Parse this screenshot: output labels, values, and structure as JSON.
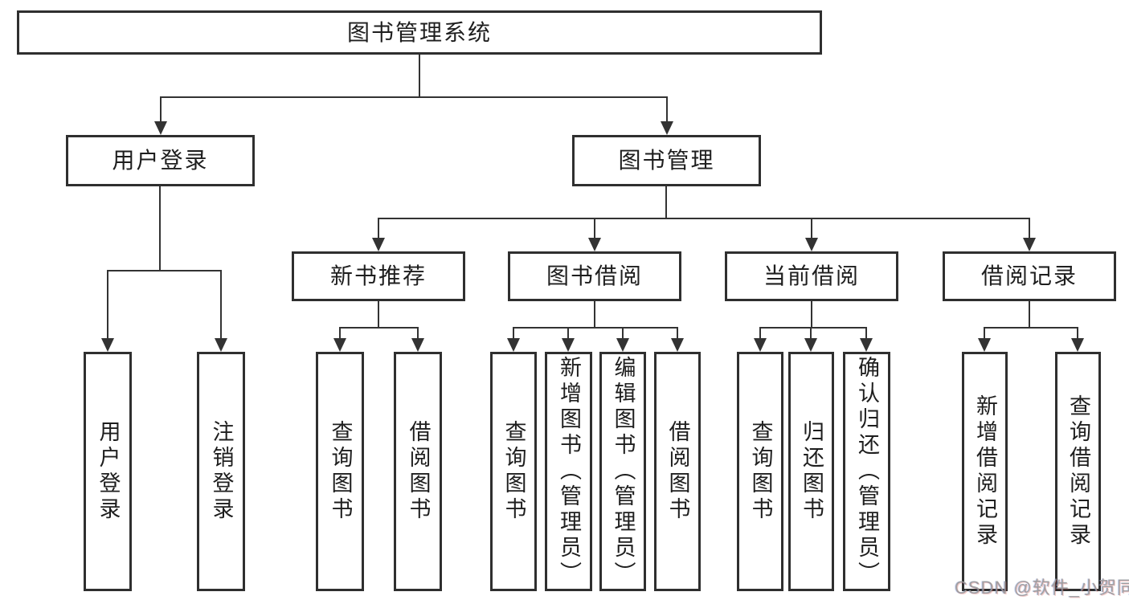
{
  "page": {
    "background": "#ffffff"
  },
  "colors": {
    "box_border": "#2f2f2f",
    "connector_line": "#333333",
    "text": "#1e1e1e",
    "watermark_text": "#989898"
  },
  "diagram": {
    "root": {
      "label": "图书管理系统"
    },
    "branches": [
      {
        "label": "用户登录",
        "children": [
          "用户登录",
          "注销登录"
        ]
      },
      {
        "label": "图书管理",
        "children": [
          {
            "label": "新书推荐",
            "children": [
              "查询图书",
              "借阅图书"
            ]
          },
          {
            "label": "图书借阅",
            "children": [
              "查询图书",
              "新增图书（管理员）",
              "编辑图书（管理员）",
              "借阅图书"
            ]
          },
          {
            "label": "当前借阅",
            "children": [
              "查询图书",
              "归还图书",
              "确认归还（管理员）"
            ]
          },
          {
            "label": "借阅记录",
            "children": [
              "新增借阅记录",
              "查询借阅记录"
            ]
          }
        ]
      }
    ]
  },
  "watermark": {
    "text": "CSDN @软件_小贺同学"
  }
}
